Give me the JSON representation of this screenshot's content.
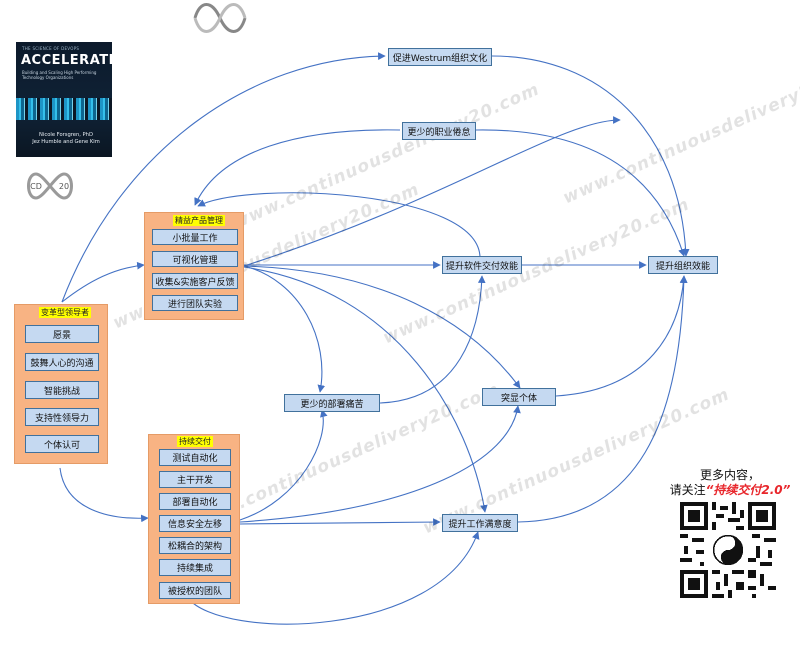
{
  "book": {
    "series": "THE SCIENCE OF DEVOPS",
    "title": "ACCELERATE",
    "tagline": "Building and Scaling High Performing Technology Organizations",
    "authors": [
      "Nicole Forsgren, PhD",
      "Jez Humble and Gene Kim"
    ]
  },
  "logo": {
    "left": "CD",
    "right": "20"
  },
  "groups": {
    "lean": {
      "title": "精益产品管理",
      "items": [
        "小批量工作",
        "可视化管理",
        "收集&实施客户反馈",
        "进行团队实验"
      ]
    },
    "transform": {
      "title": "变革型领导者",
      "items": [
        "愿景",
        "鼓舞人心的沟通",
        "智能挑战",
        "支持性领导力",
        "个体认可"
      ]
    },
    "cd": {
      "title": "持续交付",
      "items": [
        "测试自动化",
        "主干开发",
        "部署自动化",
        "信息安全左移",
        "松耦合的架构",
        "持续集成",
        "被授权的团队"
      ]
    }
  },
  "outcomes": {
    "westrum": "促进Westrum组织文化",
    "burnout": "更少的职业倦怠",
    "sdp": "提升软件交付效能",
    "org": "提升组织效能",
    "pain": "更少的部署痛苦",
    "identity": "突显个体",
    "satisfaction": "提升工作满意度"
  },
  "watermark": "www.continuousdelivery20.com",
  "promo": {
    "line1": "更多内容，",
    "line2_prefix": "请关注",
    "line2_highlight": "“持续交付2.0”"
  },
  "colors": {
    "node_fill": "#c5d9f1",
    "node_border": "#41719c",
    "group_fill": "#f8b383",
    "edge": "#4472c4",
    "title_bg": "#ffff00"
  }
}
